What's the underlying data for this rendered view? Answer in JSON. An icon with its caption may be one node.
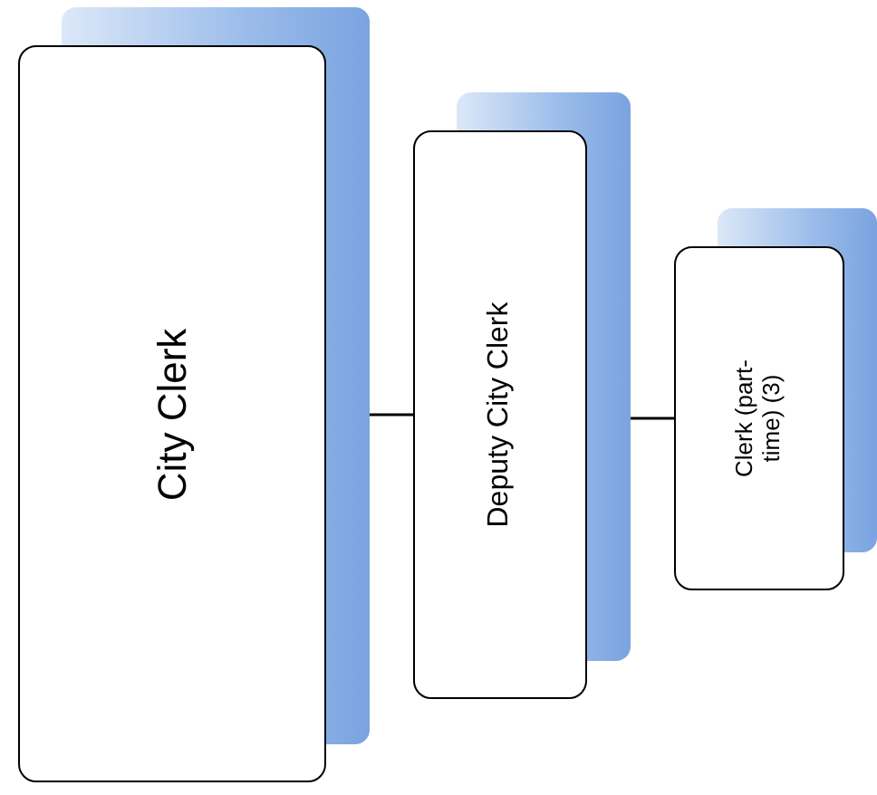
{
  "diagram": {
    "nodes": [
      {
        "text": [
          "City Clerk"
        ]
      },
      {
        "text": [
          "Deputy City Clerk"
        ]
      },
      {
        "text": [
          "Clerk (part-time) (3)"
        ]
      }
    ],
    "edges": [
      {
        "from": 0,
        "to": 1,
        "arrow": "none"
      },
      {
        "from": 1,
        "to": 2,
        "arrow": "none"
      }
    ]
  }
}
